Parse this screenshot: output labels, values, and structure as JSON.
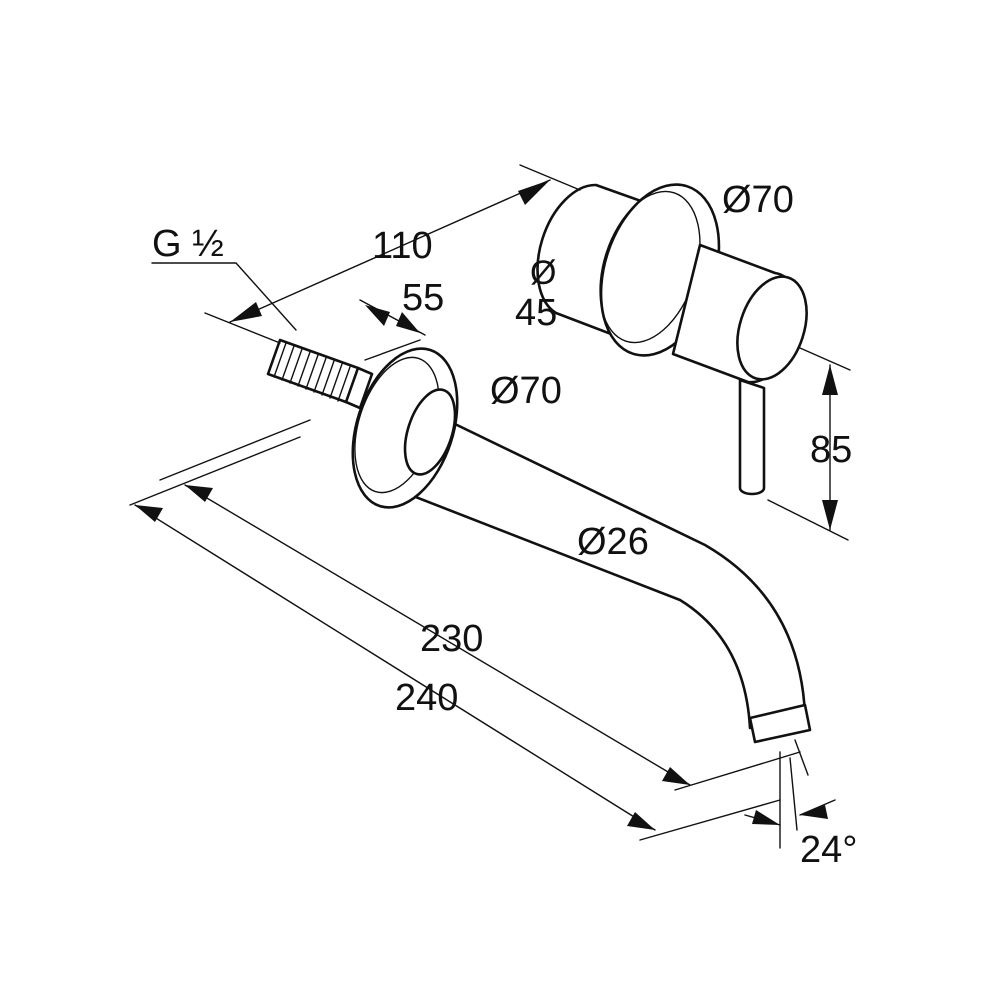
{
  "labels": {
    "thread": "G ½",
    "dim_110": "110",
    "dim_55": "55",
    "dia_70_top": "Ø70",
    "dia_45_sym": "Ø",
    "dia_45_val": "45",
    "dia_70_mid": "Ø70",
    "dim_85": "85",
    "dia_26": "Ø26",
    "dim_230": "230",
    "dim_240": "240",
    "angle_24": "24°"
  },
  "colors": {
    "line": "#111111",
    "background": "#ffffff"
  }
}
